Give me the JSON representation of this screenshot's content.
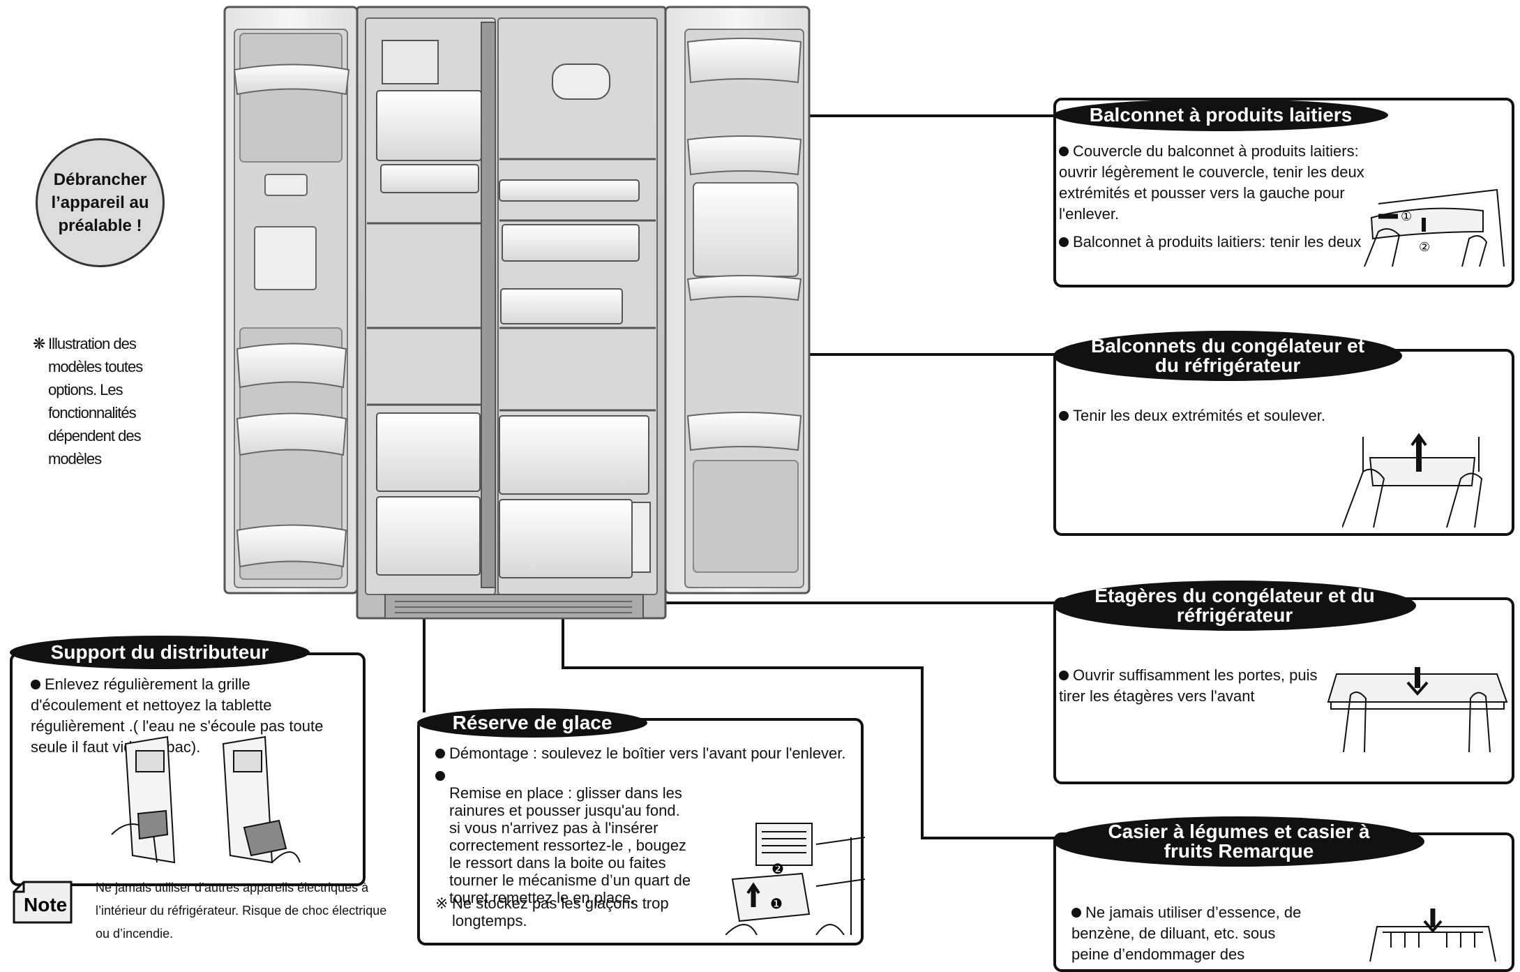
{
  "warning": {
    "text": "Débrancher l’appareil au préalable !"
  },
  "illustration_note": {
    "symbol": "❋",
    "text": "Illustration des modèles toutes options. Les fonctionnalités dépendent des modèles"
  },
  "sections": {
    "dairy": {
      "title": "Balconnet à produits laitiers",
      "bullets": [
        "Couvercle du balconnet à produits laitiers: ouvrir légèrement le couvercle, tenir les deux extrémités et pousser vers la gauche pour l'enlever.",
        "Balconnet à produits laitiers: tenir les deux"
      ],
      "step_labels": [
        "①",
        "②"
      ]
    },
    "door_bins": {
      "title": "Balconnets du congélateur et du réfrigérateur",
      "bullets": [
        "Tenir les deux extrémités et soulever."
      ]
    },
    "shelves": {
      "title": "Étagères du congélateur et du réfrigérateur",
      "bullets": [
        "Ouvrir suffisamment les portes, puis tirer les étagères vers l'avant"
      ]
    },
    "crisper": {
      "title": "Casier à légumes et casier à fruits Remarque",
      "bullets": [
        "Ne jamais utiliser d’essence, de benzène, de diluant, etc. sous peine d’endommager des"
      ]
    },
    "dispenser": {
      "title": "Support du distributeur",
      "bullets": [
        "Enlevez régulièrement la grille d'écoulement et nettoyez la tablette régulièrement .( l'eau ne s'écoule pas toute seule il faut vider le bac)."
      ]
    },
    "ice": {
      "title": "Réserve de glace",
      "bullets": [
        "Démontage : soulevez le boîtier vers l'avant pour l'enlever.",
        "Remise en place : glisser dans les rainures et pousser jusqu'au fond.\nsi vous n'arrivez pas à l'insérer correctement ressortez-le , bougez le ressort dans la boite ou faites tourner le mécanisme d’un quart de touret remettez le en place."
      ],
      "note_symbol": "※",
      "note": "Ne stockez pas les glaçons trop longtemps.",
      "step_labels": [
        "❷",
        "❶"
      ]
    }
  },
  "note": {
    "label": "Note",
    "text": "Ne jamais utiliser d’autres appareils électriques à l’intérieur du réfrigérateur. Risque de choc électrique ou d’incendie."
  }
}
